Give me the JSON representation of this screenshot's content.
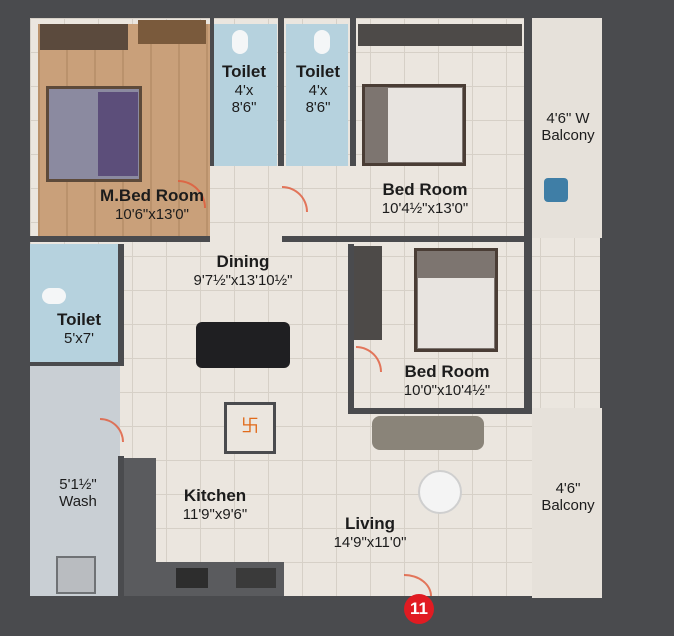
{
  "rooms": {
    "master_bedroom": {
      "name": "M.Bed Room",
      "dims": "10'6\"x13'0\""
    },
    "toilet_1": {
      "name": "Toilet",
      "dims_a": "4'x",
      "dims_b": "8'6\""
    },
    "toilet_2": {
      "name": "Toilet",
      "dims_a": "4'x",
      "dims_b": "8'6\""
    },
    "bedroom_1": {
      "name": "Bed Room",
      "dims": "10'4½\"x13'0\""
    },
    "balcony_w": {
      "line1": "4'6\" W",
      "line2": "Balcony"
    },
    "dining": {
      "name": "Dining",
      "dims": "9'7½\"x13'10½\""
    },
    "toilet_3": {
      "name": "Toilet",
      "dims": "5'x7'"
    },
    "bedroom_2": {
      "name": "Bed Room",
      "dims": "10'0\"x10'4½\""
    },
    "wash": {
      "line1": "5'1½\"",
      "line2": "Wash"
    },
    "kitchen": {
      "name": "Kitchen",
      "dims": "11'9\"x9'6\""
    },
    "living": {
      "name": "Living",
      "dims": "14'9\"x11'0\""
    },
    "balcony_e": {
      "line1": "4'6\"",
      "line2": "Balcony"
    }
  },
  "pooja_symbol": "卐",
  "unit_number": "11",
  "colors": {
    "wall": "#4a4b4e",
    "floor": "#ebe6df",
    "wood": "#c9a07a",
    "toilet": "#b6d2de",
    "badge": "#e11b22",
    "door": "#e15a3a"
  }
}
